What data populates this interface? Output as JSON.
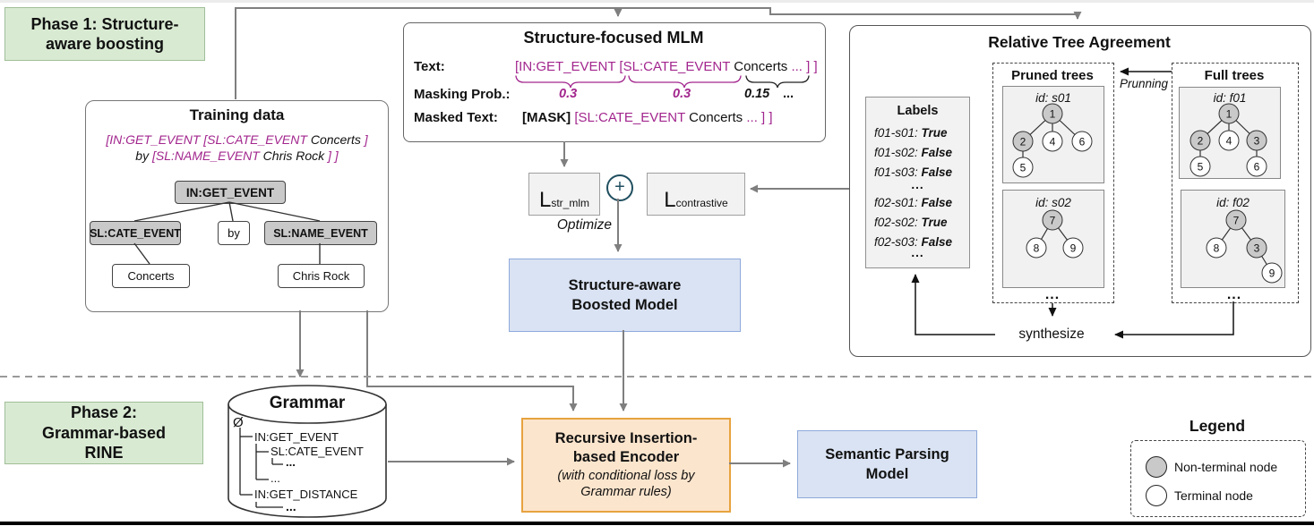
{
  "phase1": {
    "label": "Phase 1: Structure-aware boosting"
  },
  "phase2": {
    "label": "Phase 2: Grammar-based RINE"
  },
  "colors": {
    "magenta": "#A2268E",
    "arrow_gray": "#7f7f7f",
    "green_bg": "#d9ead3",
    "blue_bg": "#dae3f3",
    "orange_bg": "#fce5cd",
    "plus_blue": "#1F4E5F"
  },
  "training_data": {
    "title": "Training data",
    "sequence": {
      "l1_seg1": "[IN:GET_EVENT [SL:CATE_EVENT",
      "l1_seg2": " Concerts ",
      "l1_seg3": "]",
      "l2_seg1": "by ",
      "l2_seg2": "[SL:NAME_EVENT",
      "l2_seg3": " Chris Rock ",
      "l2_seg4": "] ]"
    },
    "tree": {
      "root": "IN:GET_EVENT",
      "slot1": "SL:CATE_EVENT",
      "word": "by",
      "slot2": "SL:NAME_EVENT",
      "leaf1": "Concerts",
      "leaf2": "Chris Rock"
    }
  },
  "mlm": {
    "title": "Structure-focused MLM",
    "text_label": "Text:",
    "text_seg1": "[IN:GET_EVENT",
    "text_seg2": " [SL:CATE_EVENT",
    "text_seg3": " Concerts",
    "text_seg4": " ... ] ]",
    "prob_label": "Masking Prob.:",
    "prob1": "0.3",
    "prob2": "0.3",
    "prob3": "0.15",
    "prob_dots": "...",
    "masked_label": "Masked Text:",
    "masked_seg1": "[MASK]",
    "masked_seg2": " [SL:CATE_EVENT",
    "masked_seg3": " Concerts",
    "masked_seg4": " ... ] ]"
  },
  "losses": {
    "str_mlm_main": "L",
    "str_mlm_sub": "str_mlm",
    "plus": "+",
    "contrastive_main": "L",
    "contrastive_sub": "contrastive",
    "optimize": "Optimize"
  },
  "boosted_model": {
    "label": "Structure-aware Boosted Model"
  },
  "rta": {
    "title": "Relative Tree Agreement",
    "labels_panel": {
      "title": "Labels",
      "rows": [
        {
          "key": "f01-s01: ",
          "value": "True"
        },
        {
          "key": "f01-s02: ",
          "value": "False"
        },
        {
          "key": "f01-s03: ",
          "value": "False"
        },
        {
          "dots": "..."
        },
        {
          "key": "f02-s01: ",
          "value": "False"
        },
        {
          "key": "f02-s02: ",
          "value": "True"
        },
        {
          "key": "f02-s03: ",
          "value": "False"
        },
        {
          "dots": "..."
        }
      ]
    },
    "pruning_label": "Prunning",
    "pruned": {
      "title": "Pruned trees",
      "dots": "...",
      "cards": [
        {
          "id_label": "id: s01",
          "nodes": [
            {
              "label": "1",
              "type": "nonterminal"
            },
            {
              "label": "2",
              "type": "nonterminal"
            },
            {
              "label": "4",
              "type": "terminal"
            },
            {
              "label": "6",
              "type": "terminal"
            },
            {
              "label": "5",
              "type": "terminal"
            }
          ]
        },
        {
          "id_label": "id: s02",
          "nodes": [
            {
              "label": "7",
              "type": "nonterminal"
            },
            {
              "label": "8",
              "type": "terminal"
            },
            {
              "label": "9",
              "type": "terminal"
            }
          ]
        }
      ]
    },
    "full": {
      "title": "Full trees",
      "dots": "...",
      "cards": [
        {
          "id_label": "id: f01",
          "nodes": [
            {
              "label": "1",
              "type": "nonterminal"
            },
            {
              "label": "2",
              "type": "nonterminal"
            },
            {
              "label": "4",
              "type": "terminal"
            },
            {
              "label": "3",
              "type": "nonterminal"
            },
            {
              "label": "5",
              "type": "terminal"
            },
            {
              "label": "6",
              "type": "terminal"
            }
          ]
        },
        {
          "id_label": "id: f02",
          "nodes": [
            {
              "label": "7",
              "type": "nonterminal"
            },
            {
              "label": "8",
              "type": "terminal"
            },
            {
              "label": "3",
              "type": "nonterminal"
            },
            {
              "label": "9",
              "type": "terminal"
            }
          ]
        }
      ]
    },
    "synthesize_label": "synthesize"
  },
  "grammar": {
    "title": "Grammar",
    "root": "Ø",
    "r1": "IN:GET_EVENT",
    "r2": "SL:CATE_EVENT",
    "r3": "...",
    "r4": "...",
    "r5": "IN:GET_DISTANCE",
    "r6": "..."
  },
  "encoder": {
    "title": "Recursive Insertion-based Encoder",
    "subtitle": "(with conditional loss by Grammar rules)"
  },
  "spm": {
    "label": "Semantic Parsing Model"
  },
  "legend": {
    "title": "Legend",
    "nonterminal": "Non-terminal node",
    "terminal": "Terminal node"
  }
}
